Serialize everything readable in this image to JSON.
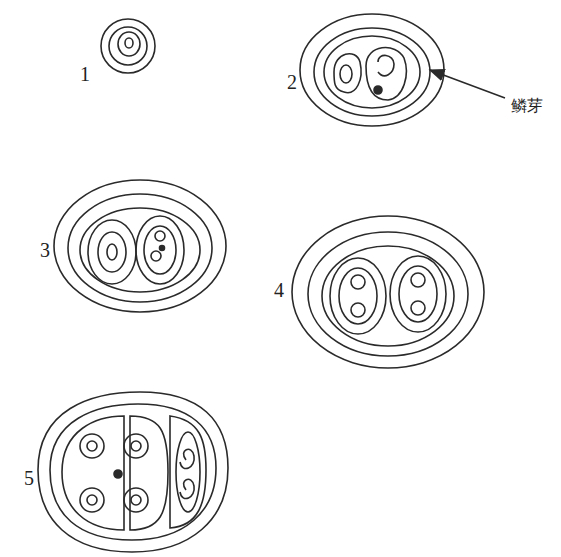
{
  "diagram": {
    "labels": [
      "1",
      "2",
      "3",
      "4",
      "5",
      "鳞芽"
    ]
  }
}
